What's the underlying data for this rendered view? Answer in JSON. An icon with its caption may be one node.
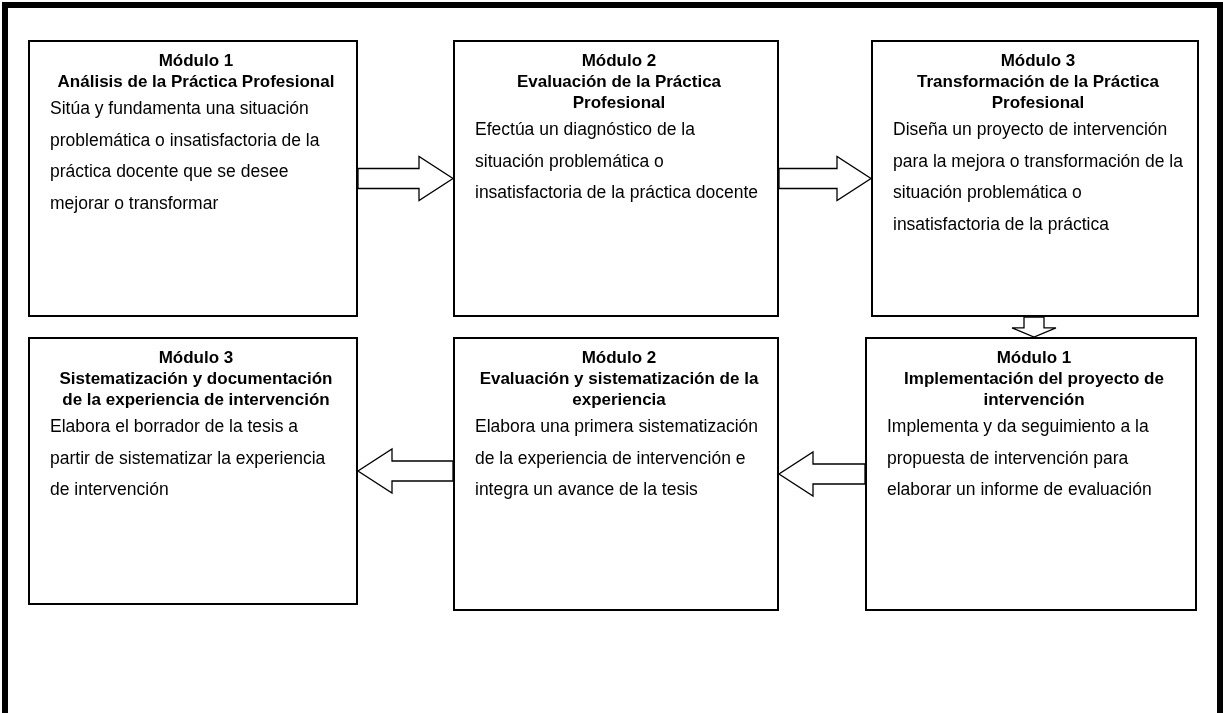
{
  "diagram": {
    "nodes": [
      {
        "text": [
          "Módulo 1",
          "Análisis de la Práctica Profesional",
          "Sitúa y fundamenta una situación problemática o insatisfactoria de la práctica docente que se desee mejorar o transformar"
        ]
      },
      {
        "text": [
          "Módulo 2",
          "Evaluación de la Práctica Profesional",
          "Efectúa un diagnóstico de la situación problemática o insatisfactoria de la práctica docente"
        ]
      },
      {
        "text": [
          "Módulo 3",
          "Transformación de la Práctica Profesional",
          "Diseña un proyecto de intervención para la mejora o transformación de la situación problemática o insatisfactoria de la práctica"
        ]
      },
      {
        "text": [
          "Módulo 1",
          "Implementación del proyecto de intervención",
          "Implementa y da seguimiento a la propuesta de intervención para elaborar un informe de evaluación"
        ]
      },
      {
        "text": [
          "Módulo 2",
          "Evaluación y sistematización de la experiencia",
          "Elabora una primera sistematización de la experiencia de intervención e integra un avance de la tesis"
        ]
      },
      {
        "text": [
          "Módulo 3",
          "Sistematización y documentación de la experiencia de intervención",
          "Elabora el borrador de la tesis a partir de sistematizar la experiencia de intervención"
        ]
      }
    ],
    "edges": [
      {
        "from": 0,
        "to": 1,
        "arrow": "to"
      },
      {
        "from": 1,
        "to": 2,
        "arrow": "to"
      },
      {
        "from": 2,
        "to": 3,
        "arrow": "to"
      },
      {
        "from": 3,
        "to": 4,
        "arrow": "to"
      },
      {
        "from": 4,
        "to": 5,
        "arrow": "to"
      }
    ]
  }
}
